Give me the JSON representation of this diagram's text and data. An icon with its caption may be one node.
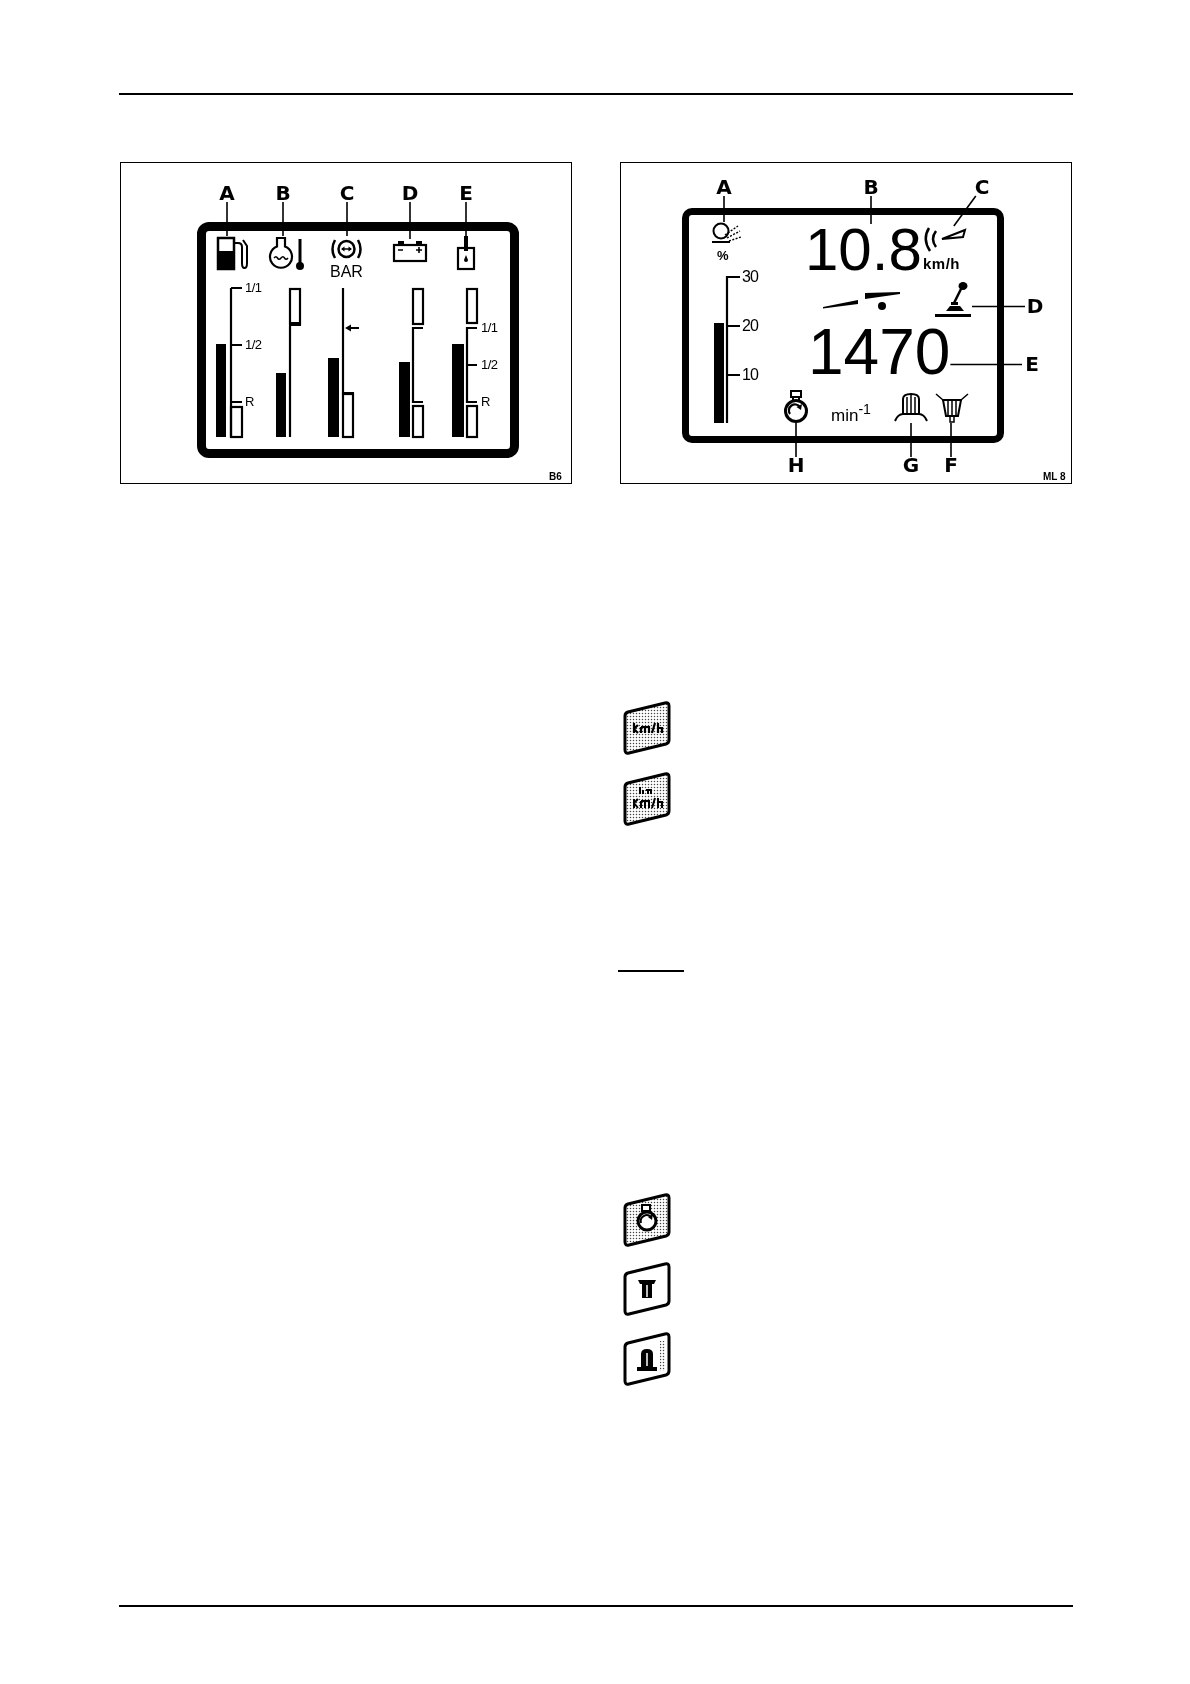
{
  "diagram": {
    "nodes": [
      {
        "text": [
          "A"
        ]
      },
      {
        "text": [
          "B"
        ]
      },
      {
        "text": [
          "C"
        ]
      },
      {
        "text": [
          "D"
        ]
      },
      {
        "text": [
          "E"
        ]
      },
      {
        "text": [],
        "shape": "picture"
      },
      {
        "text": [],
        "shape": "picture"
      },
      {
        "text": [],
        "shape": "picture",
        "beside": [
          "BAR"
        ]
      },
      {
        "text": [],
        "shape": "picture"
      },
      {
        "text": [],
        "shape": "picture"
      },
      {
        "text": [
          "A"
        ]
      },
      {
        "text": [
          "B"
        ]
      },
      {
        "text": [
          "C"
        ]
      },
      {
        "text": [
          "D"
        ]
      },
      {
        "text": [
          "E"
        ]
      },
      {
        "text": [
          "H"
        ]
      },
      {
        "text": [
          "G"
        ]
      },
      {
        "text": [
          "F"
        ]
      },
      {
        "text": [],
        "shape": "picture",
        "beside": [
          "%"
        ]
      },
      {
        "text": [
          "10.8"
        ],
        "beside": [
          "km/h"
        ]
      },
      {
        "text": [],
        "shape": "picture"
      },
      {
        "text": [],
        "shape": "picture"
      },
      {
        "text": [
          "1470"
        ]
      },
      {
        "text": [],
        "shape": "picture"
      },
      {
        "text": [],
        "shape": "picture"
      },
      {
        "text": [],
        "shape": "picture"
      }
    ],
    "edges": [
      {
        "from": 0,
        "to": 5,
        "arrow": "none"
      },
      {
        "from": 1,
        "to": 6,
        "arrow": "none"
      },
      {
        "from": 2,
        "to": 7,
        "arrow": "none"
      },
      {
        "from": 3,
        "to": 8,
        "arrow": "none"
      },
      {
        "from": 4,
        "to": 9,
        "arrow": "none"
      },
      {
        "from": 10,
        "to": 18,
        "arrow": "none"
      },
      {
        "from": 11,
        "to": 19,
        "arrow": "none"
      },
      {
        "from": 12,
        "to": 20,
        "arrow": "none"
      },
      {
        "from": 13,
        "to": 21,
        "arrow": "none"
      },
      {
        "from": 14,
        "to": 22,
        "arrow": "none"
      },
      {
        "from": 15,
        "to": 23,
        "arrow": "none"
      },
      {
        "from": 16,
        "to": 24,
        "arrow": "none"
      },
      {
        "from": 17,
        "to": 25,
        "arrow": "none"
      }
    ],
    "labels": [
      "1/1",
      "1/2",
      "R",
      "1/1",
      "1/2",
      "R",
      "B6",
      "30",
      "20",
      "10",
      "min$^{-1}$",
      "ML 8"
    ]
  }
}
